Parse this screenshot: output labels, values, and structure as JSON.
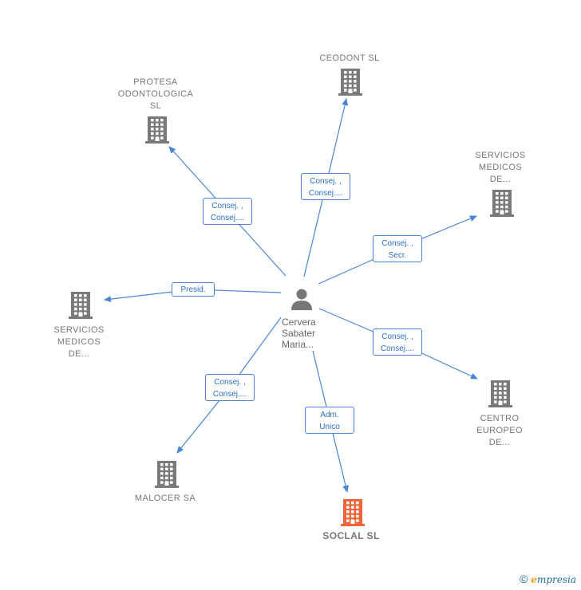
{
  "person": {
    "lines": [
      "Cervera",
      "Sabater",
      "Maria..."
    ]
  },
  "companies": [
    {
      "id": "ceodont",
      "lines": [
        "CEODONT  SL"
      ],
      "focus": false
    },
    {
      "id": "protesa",
      "lines": [
        "PROTESA",
        "ODONTOLOGICA",
        "SL"
      ],
      "focus": false
    },
    {
      "id": "servicios-top",
      "lines": [
        "SERVICIOS",
        "MEDICOS",
        "DE..."
      ],
      "focus": false
    },
    {
      "id": "servicios-left",
      "lines": [
        "SERVICIOS",
        "MEDICOS",
        "DE..."
      ],
      "focus": false
    },
    {
      "id": "centro",
      "lines": [
        "CENTRO",
        "EUROPEO",
        "DE..."
      ],
      "focus": false
    },
    {
      "id": "malocer",
      "lines": [
        "MALOCER SA"
      ],
      "focus": false
    },
    {
      "id": "soclal",
      "lines": [
        "SOCLAL  SL"
      ],
      "focus": true
    }
  ],
  "edges": [
    {
      "to": "ceodont",
      "lines": [
        "Consej. ,",
        "Consej...."
      ]
    },
    {
      "to": "protesa",
      "lines": [
        "Consej. ,",
        "Consej...."
      ]
    },
    {
      "to": "servicios-top",
      "lines": [
        "Consej. ,",
        "Secr."
      ]
    },
    {
      "to": "servicios-left",
      "lines": [
        "Presid."
      ]
    },
    {
      "to": "centro",
      "lines": [
        "Consej. ,",
        "Consej...."
      ]
    },
    {
      "to": "malocer",
      "lines": [
        "Consej. ,",
        "Consej...."
      ]
    },
    {
      "to": "soclal",
      "lines": [
        "Adm.",
        "Unico"
      ]
    }
  ],
  "colors": {
    "building": "#7a7a7a",
    "focus_building": "#f0643a",
    "edge": "#4a86d6",
    "person": "#777777"
  },
  "brand": {
    "copyright": "©",
    "e": "e",
    "rest": "mpresia"
  }
}
